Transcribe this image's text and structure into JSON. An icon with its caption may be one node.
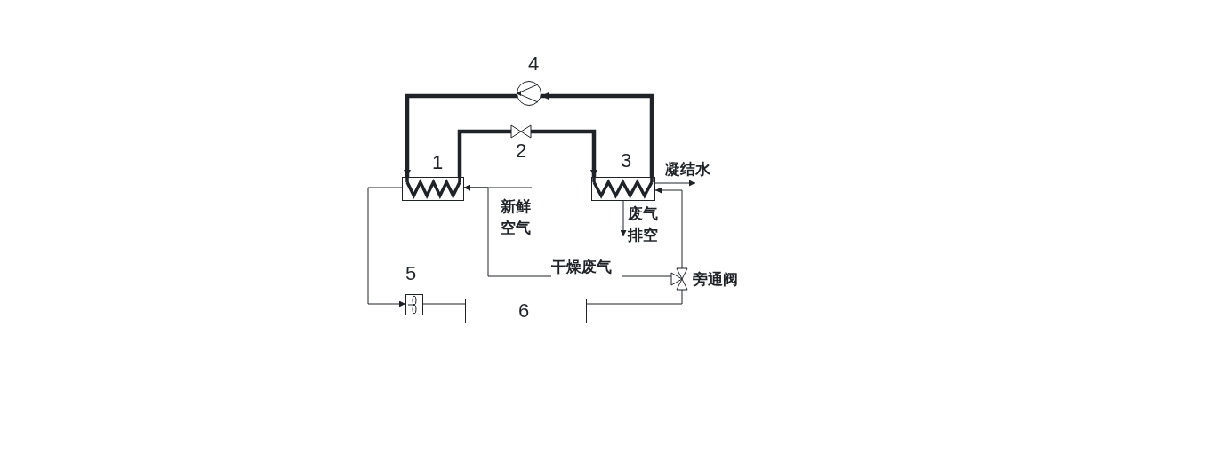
{
  "diagram": {
    "nodes": [
      {
        "text": [
          "4"
        ]
      },
      {
        "text": [
          "2"
        ]
      },
      {
        "text": [
          "1"
        ]
      },
      {
        "text": [
          "3"
        ]
      },
      {
        "text": [
          "5"
        ]
      },
      {
        "text": [
          "6"
        ]
      },
      {
        "text": [
          "旁通阀"
        ]
      }
    ],
    "edges": [
      {
        "from": 3,
        "to": 0,
        "arrow": "to",
        "style": "thick"
      },
      {
        "from": 0,
        "to": 2,
        "arrow": "to",
        "style": "thick"
      },
      {
        "from": 2,
        "to": 1,
        "arrow": "none",
        "style": "thick"
      },
      {
        "from": 1,
        "to": 3,
        "arrow": "to",
        "style": "thick"
      },
      {
        "from": null,
        "to": 2,
        "arrow": "to",
        "label": "新鲜空气"
      },
      {
        "from": 6,
        "to": 2,
        "arrow": "to",
        "label": "干燥废气"
      },
      {
        "from": 2,
        "to": 4,
        "arrow": "to"
      },
      {
        "from": 4,
        "to": 5,
        "arrow": "none"
      },
      {
        "from": 5,
        "to": 6,
        "arrow": "none"
      },
      {
        "from": 6,
        "to": 3,
        "arrow": "to"
      },
      {
        "from": 3,
        "to": null,
        "arrow": "to",
        "label": "凝结水"
      },
      {
        "from": 3,
        "to": null,
        "arrow": "to",
        "label": "废气排空"
      }
    ]
  }
}
